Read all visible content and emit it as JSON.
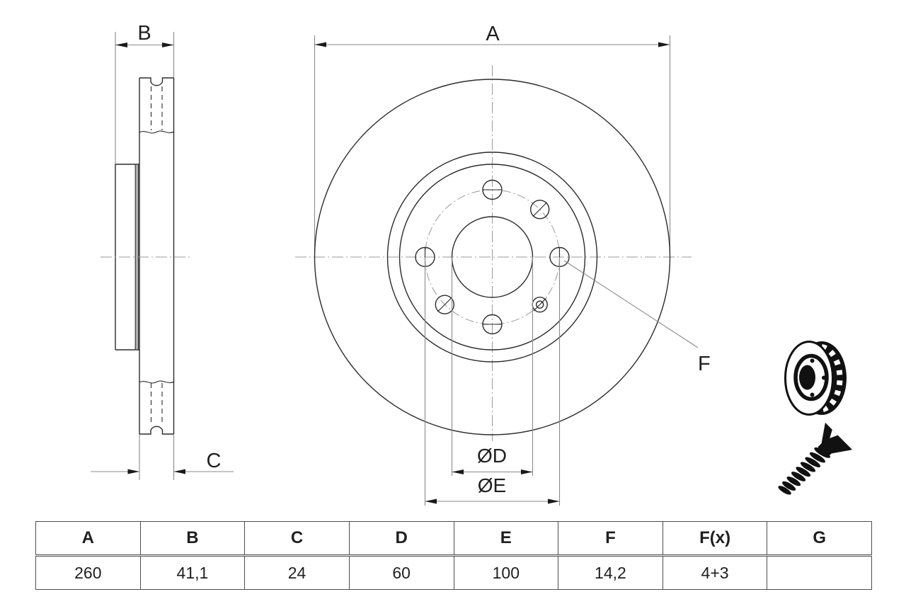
{
  "drawing": {
    "labels": {
      "a": "A",
      "b": "B",
      "c": "C",
      "d": "ØD",
      "e": "ØE",
      "f": "F"
    }
  },
  "table": {
    "headers": [
      "A",
      "B",
      "C",
      "D",
      "E",
      "F",
      "F(x)",
      "G"
    ],
    "values": [
      "260",
      "41,1",
      "24",
      "60",
      "100",
      "14,2",
      "4+3",
      ""
    ]
  },
  "icons": {
    "disc": "brake-disc-3d-icon",
    "screw": "countersunk-screw-icon"
  },
  "colors": {
    "background": "#ffffff",
    "edge_line": "#2b2b2b",
    "dimension_line": "#8a8a8a",
    "center_line": "#9a9a9a",
    "arrow": "#1a1a1a",
    "icon": "#111111",
    "table_border": "#4d4d4d",
    "text": "#1f1f1f"
  }
}
